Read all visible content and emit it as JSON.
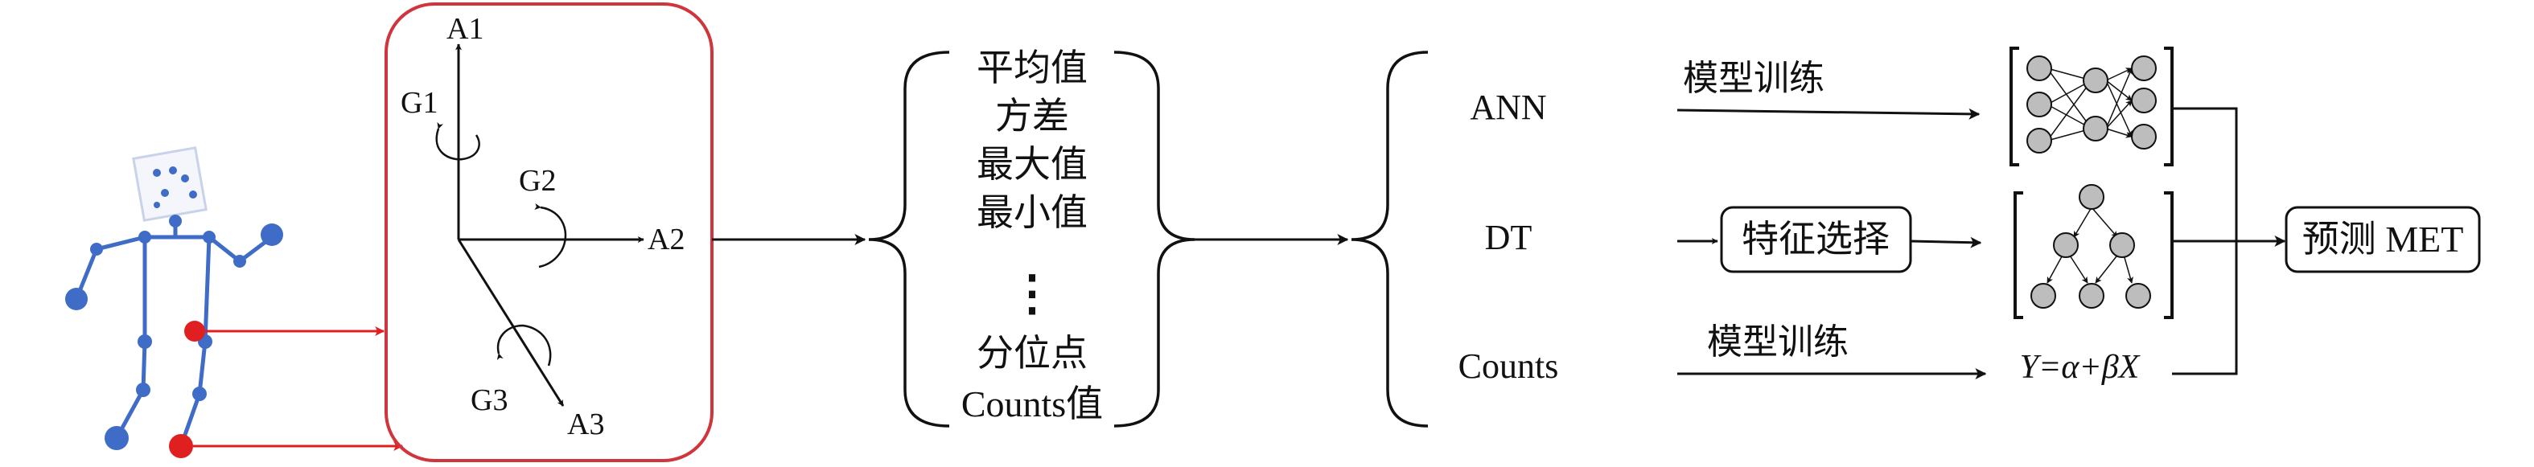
{
  "colors": {
    "stroke": "#111111",
    "skeleton": "#3f6cc7",
    "sensor": "#e02020",
    "box_border": "#d0343c",
    "node_fill": "#bdbdbd"
  },
  "sensor_axes": {
    "a1": "A1",
    "a2": "A2",
    "a3": "A3",
    "g1": "G1",
    "g2": "G2",
    "g3": "G3"
  },
  "features": {
    "items": [
      "平均值",
      "方差",
      "最大值",
      "最小值"
    ],
    "more": "⋮",
    "items_after": [
      "分位点",
      "Counts值"
    ]
  },
  "models": {
    "ann": "ANN",
    "dt": "DT",
    "counts": "Counts"
  },
  "edge_labels": {
    "train_ann": "模型训练",
    "train_counts": "模型训练"
  },
  "feature_selection": "特征选择",
  "regression_formula": "Y=α+βX",
  "output": "预测 MET"
}
